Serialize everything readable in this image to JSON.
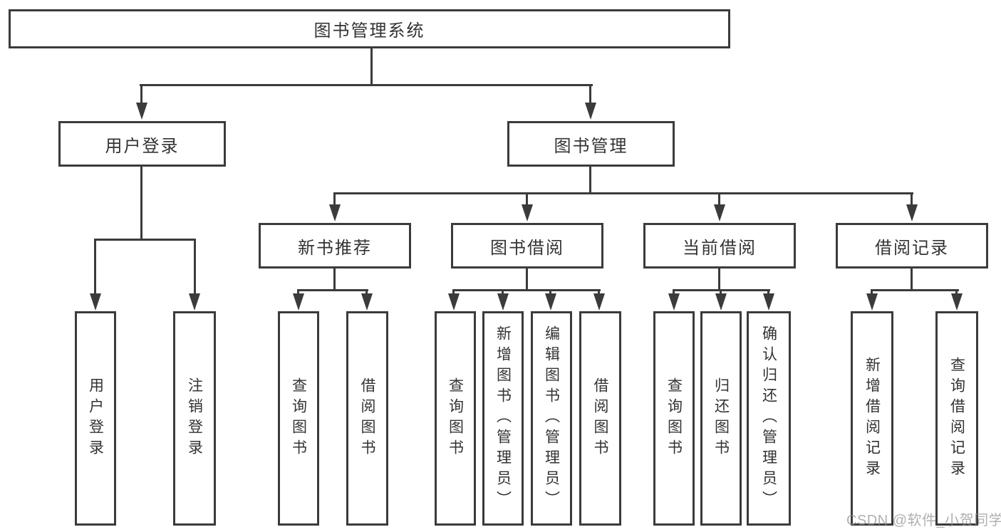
{
  "colors": {
    "background": "#ffffff",
    "line": "#3b3b3b",
    "text": "#333333",
    "watermark": "#919191"
  },
  "diagram": {
    "root": {
      "label": "图书管理系统"
    },
    "level2": [
      {
        "label": "用户登录"
      },
      {
        "label": "图书管理"
      }
    ],
    "level3": [
      {
        "label": "新书推荐"
      },
      {
        "label": "图书借阅"
      },
      {
        "label": "当前借阅"
      },
      {
        "label": "借阅记录"
      }
    ],
    "leaves": [
      {
        "label": "用户登录"
      },
      {
        "label": "注销登录"
      },
      {
        "label": "查询图书"
      },
      {
        "label": "借阅图书"
      },
      {
        "label": "查询图书"
      },
      {
        "label": "新增图书（管理员）"
      },
      {
        "label": "编辑图书（管理员）"
      },
      {
        "label": "借阅图书"
      },
      {
        "label": "查询图书"
      },
      {
        "label": "归还图书"
      },
      {
        "label": "确认归还（管理员）"
      },
      {
        "label": "新增借阅记录"
      },
      {
        "label": "查询借阅记录"
      }
    ]
  },
  "watermark": {
    "text": "CSDN @软件_小贺同学"
  }
}
